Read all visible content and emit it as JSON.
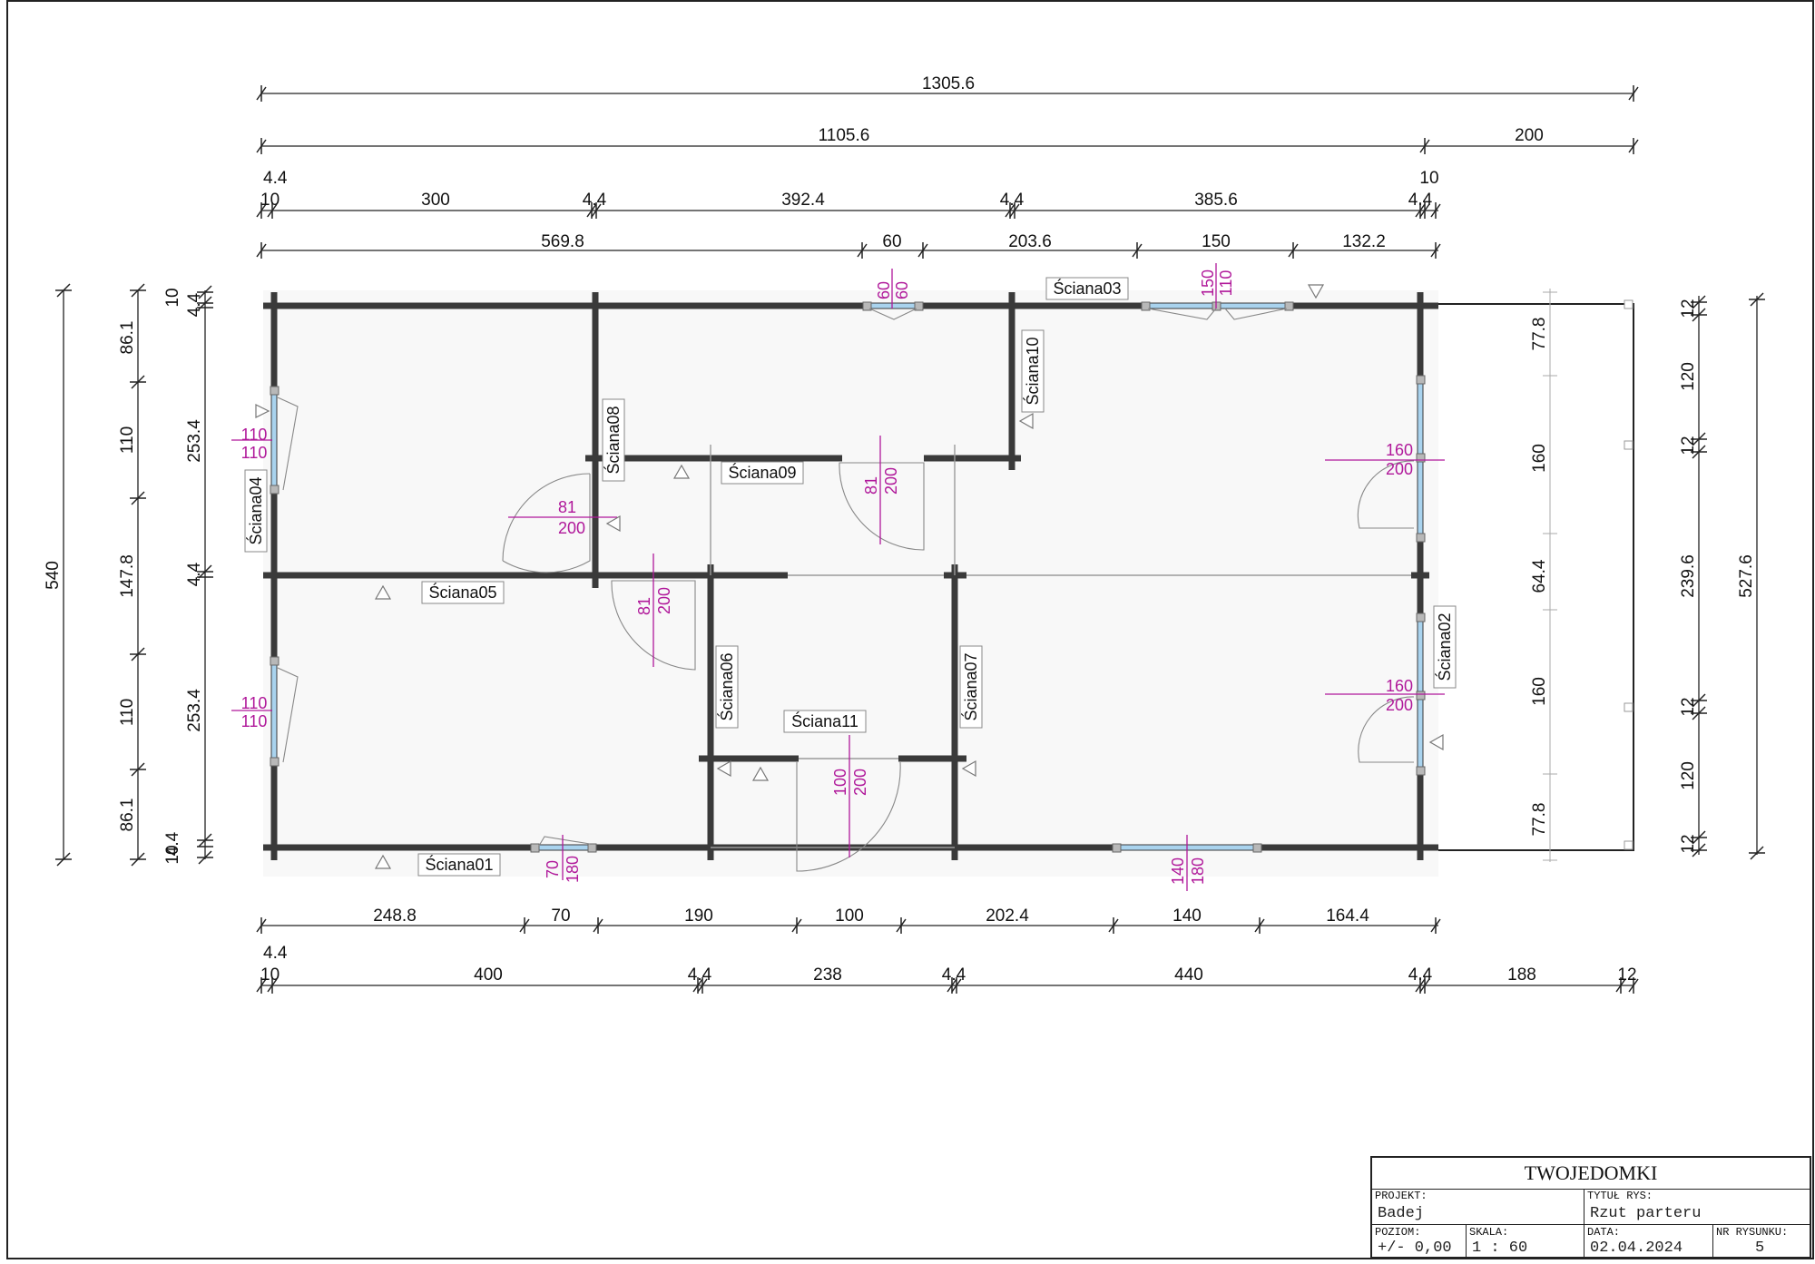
{
  "dims_top": {
    "overall": "1305.6",
    "row2": [
      "1105.6",
      "200"
    ],
    "row3_small": [
      "4.4",
      "10",
      "4.4",
      "4.4",
      "4.4",
      "10"
    ],
    "row3": [
      "300",
      "392.4",
      "385.6"
    ],
    "row4": [
      "569.8",
      "60",
      "203.6",
      "150",
      "132.2"
    ]
  },
  "dims_bottom": {
    "row1": [
      "248.8",
      "70",
      "190",
      "100",
      "202.4",
      "140",
      "164.4"
    ],
    "row2_small": [
      "4.4",
      "10",
      "4.4",
      "4.4",
      "4.4",
      "12"
    ],
    "row2": [
      "400",
      "238",
      "440",
      "188"
    ]
  },
  "dims_left": {
    "overall": "540",
    "col2": [
      "10",
      "86.1",
      "110",
      "147.8",
      "110",
      "86.1",
      "10"
    ],
    "col3": [
      "4.4",
      "253.4",
      "4.4",
      "253.4",
      "4.4"
    ]
  },
  "dims_right": {
    "overall": "527.6",
    "col2": [
      "12",
      "120",
      "12",
      "239.6",
      "12",
      "120",
      "12"
    ],
    "terrace": [
      "77.8",
      "160",
      "64.4",
      "160",
      "77.8"
    ]
  },
  "walls": {
    "w01": "Ściana01",
    "w02": "Ściana02",
    "w03": "Ściana03",
    "w04": "Ściana04",
    "w05": "Ściana05",
    "w06": "Ściana06",
    "w07": "Ściana07",
    "w08": "Ściana08",
    "w09": "Ściana09",
    "w10": "Ściana10",
    "w11": "Ściana11"
  },
  "openings": {
    "top_door_a": "60",
    "top_door_b": "60",
    "top_win_a": "150",
    "top_win_b": "110",
    "left_win1_a": "110",
    "left_win1_b": "110",
    "left_win2_a": "110",
    "left_win2_b": "110",
    "door_hall_a": "81",
    "door_hall_b": "200",
    "door_09_a": "81",
    "door_09_b": "200",
    "door_05_a": "81",
    "door_05_b": "200",
    "door_11_a": "100",
    "door_11_b": "200",
    "bottom_win1_a": "70",
    "bottom_win1_b": "180",
    "bottom_win2_a": "140",
    "bottom_win2_b": "180",
    "right_door1_a": "160",
    "right_door1_b": "200",
    "right_door2_a": "160",
    "right_door2_b": "200"
  },
  "title_block": {
    "company": "TWOJEDOMKI",
    "projekt_label": "PROJEKT:",
    "projekt": "Badej",
    "tytul_label": "TYTUŁ RYS:",
    "tytul": "Rzut parteru",
    "poziom_label": "POZIOM:",
    "poziom": "+/- 0,00",
    "skala_label": "SKALA:",
    "skala": "1 : 60",
    "data_label": "DATA:",
    "data": "02.04.2024",
    "nr_label": "NR RYSUNKU:",
    "nr": "5"
  },
  "colors": {
    "wall": "#3a3a3a",
    "window": "#a9d3ee",
    "opening_dims": "#b0189a"
  }
}
